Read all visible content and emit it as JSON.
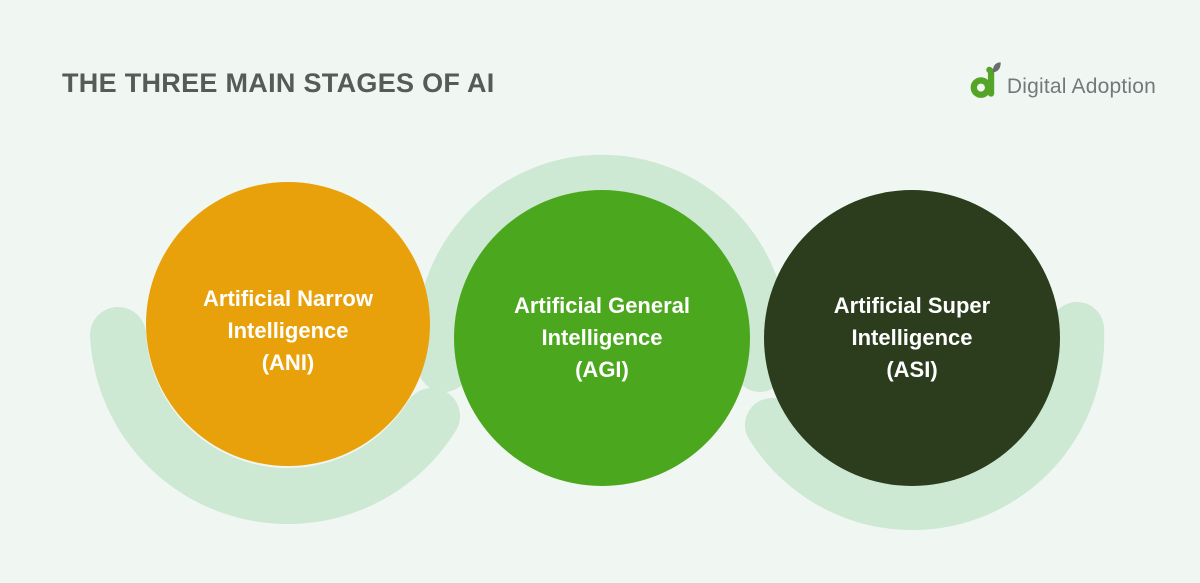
{
  "header": {
    "title": "THE THREE MAIN STAGES OF AI",
    "logo": {
      "brand": "Digital Adoption",
      "mark_green": "#54A427",
      "mark_gray": "#6A6D6E",
      "text_color": "#75787B"
    }
  },
  "diagram": {
    "stages": [
      {
        "name_lines": [
          "Artificial Narrow",
          "Intelligence"
        ],
        "abbr": "(ANI)",
        "circle_color": "#E8A10B"
      },
      {
        "name_lines": [
          "Artificial General",
          "Intelligence"
        ],
        "abbr": "(AGI)",
        "circle_color": "#4BA71D"
      },
      {
        "name_lines": [
          "Artificial Super",
          "Intelligence"
        ],
        "abbr": "(ASI)",
        "circle_color": "#2B3D1D"
      }
    ],
    "stage_text_color": "#FFFFFF",
    "ribbon_color": "#CDE8D3",
    "background_color": "#F0F7F2",
    "title_color": "#565A58"
  }
}
